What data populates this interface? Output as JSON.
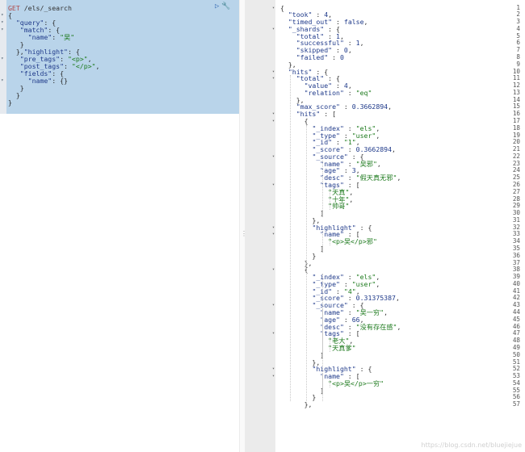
{
  "request": {
    "method": "GET",
    "path": " /els/_search",
    "lines": [
      "{",
      "  \"query\": {",
      "   \"match\": {",
      "     \"name\": \"吴\"",
      "   }",
      "  },\"highlight\": {",
      "   \"pre_tags\": \"<p>\",",
      "   \"post_tags\": \"</p>\",",
      "   \"fields\": {",
      "     \"name\": {}",
      "   }",
      "  }",
      "}"
    ]
  },
  "toolbar": {
    "run_icon": "play-icon",
    "settings_icon": "wrench-icon",
    "run_glyph": "▷",
    "settings_glyph": "🔧"
  },
  "response": {
    "line_numbers": [
      "1",
      "2",
      "3",
      "4",
      "5",
      "6",
      "7",
      "8",
      "9",
      "10",
      "11",
      "12",
      "13",
      "14",
      "15",
      "16",
      "17",
      "18",
      "19",
      "20",
      "21",
      "22",
      "23",
      "24",
      "25",
      "26",
      "27",
      "28",
      "29",
      "30",
      "31",
      "32",
      "33",
      "34",
      "35",
      "36",
      "37",
      "38",
      "39",
      "40",
      "41",
      "42",
      "43",
      "44",
      "45",
      "46",
      "47",
      "48",
      "49",
      "50",
      "51",
      "52",
      "53",
      "54",
      "55",
      "56",
      "57"
    ],
    "lines": [
      "{",
      "  \"took\" : 4,",
      "  \"timed_out\" : false,",
      "  \"_shards\" : {",
      "    \"total\" : 1,",
      "    \"successful\" : 1,",
      "    \"skipped\" : 0,",
      "    \"failed\" : 0",
      "  },",
      "  \"hits\" : {",
      "    \"total\" : {",
      "      \"value\" : 4,",
      "      \"relation\" : \"eq\"",
      "    },",
      "    \"max_score\" : 0.3662894,",
      "    \"hits\" : [",
      "      {",
      "        \"_index\" : \"els\",",
      "        \"_type\" : \"user\",",
      "        \"_id\" : \"1\",",
      "        \"_score\" : 0.3662894,",
      "        \"_source\" : {",
      "          \"name\" : \"吴邪\",",
      "          \"age\" : 3,",
      "          \"desc\" : \"假天真无邪\",",
      "          \"tags\" : [",
      "            \"天真\",",
      "            \"十年\",",
      "            \"帅哥\"",
      "          ]",
      "        },",
      "        \"highlight\" : {",
      "          \"name\" : [",
      "            \"<p>吴</p>邪\"",
      "          ]",
      "        }",
      "      },",
      "      {",
      "        \"_index\" : \"els\",",
      "        \"_type\" : \"user\",",
      "        \"_id\" : \"4\",",
      "        \"_score\" : 0.31375387,",
      "        \"_source\" : {",
      "          \"name\" : \"吴一穷\",",
      "          \"age\" : 66,",
      "          \"desc\" : \"没有存在感\",",
      "          \"tags\" : [",
      "            \"老大\",",
      "            \"天真爹\"",
      "          ]",
      "        },",
      "        \"highlight\" : {",
      "          \"name\" : [",
      "            \"<p>吴</p>一穷\"",
      "          ]",
      "        }",
      "      },"
    ],
    "fold_lines": [
      1,
      4,
      10,
      11,
      16,
      17,
      22,
      26,
      32,
      33,
      38,
      43,
      47,
      52,
      53
    ]
  },
  "watermark": "https://blog.csdn.net/bluejiejue",
  "colors": {
    "selection": "#b9d4ea",
    "gutter": "#ebebeb",
    "key": "#1f3a8a",
    "string": "#1d7a1d",
    "method": "#b04848"
  }
}
